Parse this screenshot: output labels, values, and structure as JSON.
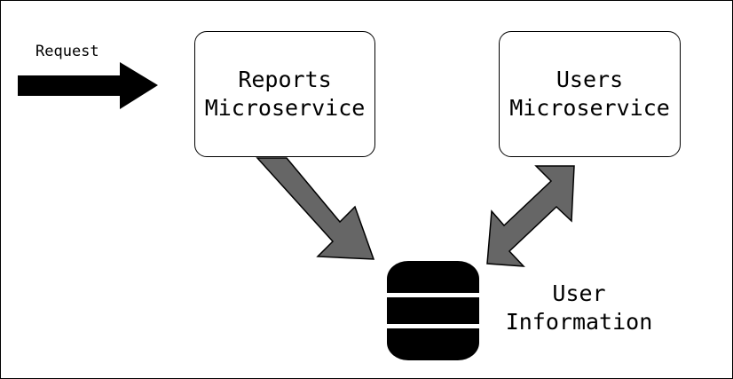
{
  "diagram": {
    "request_label": "Request",
    "reports_service": {
      "line1": "Reports",
      "line2": "Microservice"
    },
    "users_service": {
      "line1": "Users",
      "line2": "Microservice"
    },
    "database": {
      "line1": "User",
      "line2": "Information"
    }
  },
  "colors": {
    "outline": "#000000",
    "arrow_fill": "#666666",
    "request_arrow": "#000000",
    "database_fill": "#000000"
  }
}
